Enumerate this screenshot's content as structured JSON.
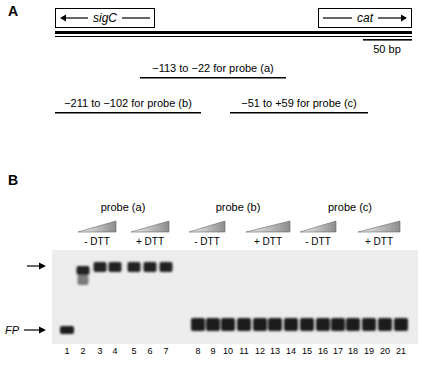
{
  "diagram": {
    "nodes": [
      {
        "text": [
          "sigC"
        ]
      },
      {
        "text": [
          "cat"
        ]
      }
    ],
    "labels": [
      "A",
      "50 bp",
      "−113 to −22 for probe (a)",
      "−211 to −102 for probe (b)",
      "−51 to +59 for probe (c)",
      "B",
      "probe (a)",
      "probe (b)",
      "probe (c)",
      "- DTT",
      "+ DTT",
      "- DTT",
      "+ DTT",
      "- DTT",
      "+ DTT",
      "FP",
      "1",
      "2",
      "3",
      "4",
      "5",
      "6",
      "7",
      "8",
      "9",
      "10",
      "11",
      "12",
      "13",
      "14",
      "15",
      "16",
      "17",
      "18",
      "19",
      "20",
      "21"
    ]
  }
}
